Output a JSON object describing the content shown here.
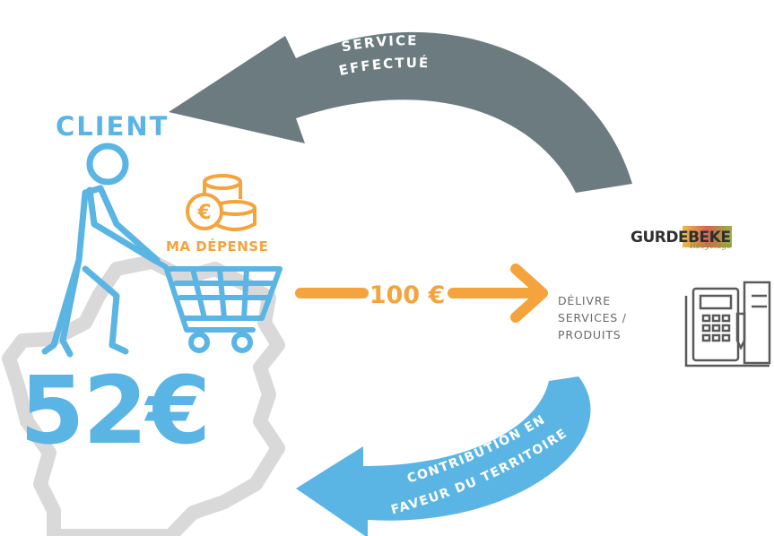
{
  "cycle": {
    "top_arrow_label": [
      "SERVICE",
      "EFFECTUÉ"
    ],
    "bottom_arrow_label": [
      "CONTRIBUTION EN",
      "FAVEUR DU TERRITOIRE"
    ]
  },
  "client": {
    "title": "CLIENT",
    "spend_label": "MA DÉPENSE",
    "local_amount": "52€"
  },
  "transaction": {
    "amount": "100 €"
  },
  "provider": {
    "brand_name": "GURDEBEKE",
    "brand_tagline": "Recyclage",
    "deliver_lines": [
      "DÉLIVRE",
      "SERVICES /",
      "PRODUITS"
    ]
  },
  "colors": {
    "blue": "#5bb5e4",
    "grey_arrow": "#6b7b80",
    "orange": "#f5a33c",
    "map_grey": "#d9d9d9",
    "text_grey": "#6a6a6a"
  },
  "icons": [
    "person-pushing-cart-icon",
    "euro-coins-icon",
    "shopping-cart-icon",
    "france-map-icon",
    "calculator-documents-icon"
  ]
}
